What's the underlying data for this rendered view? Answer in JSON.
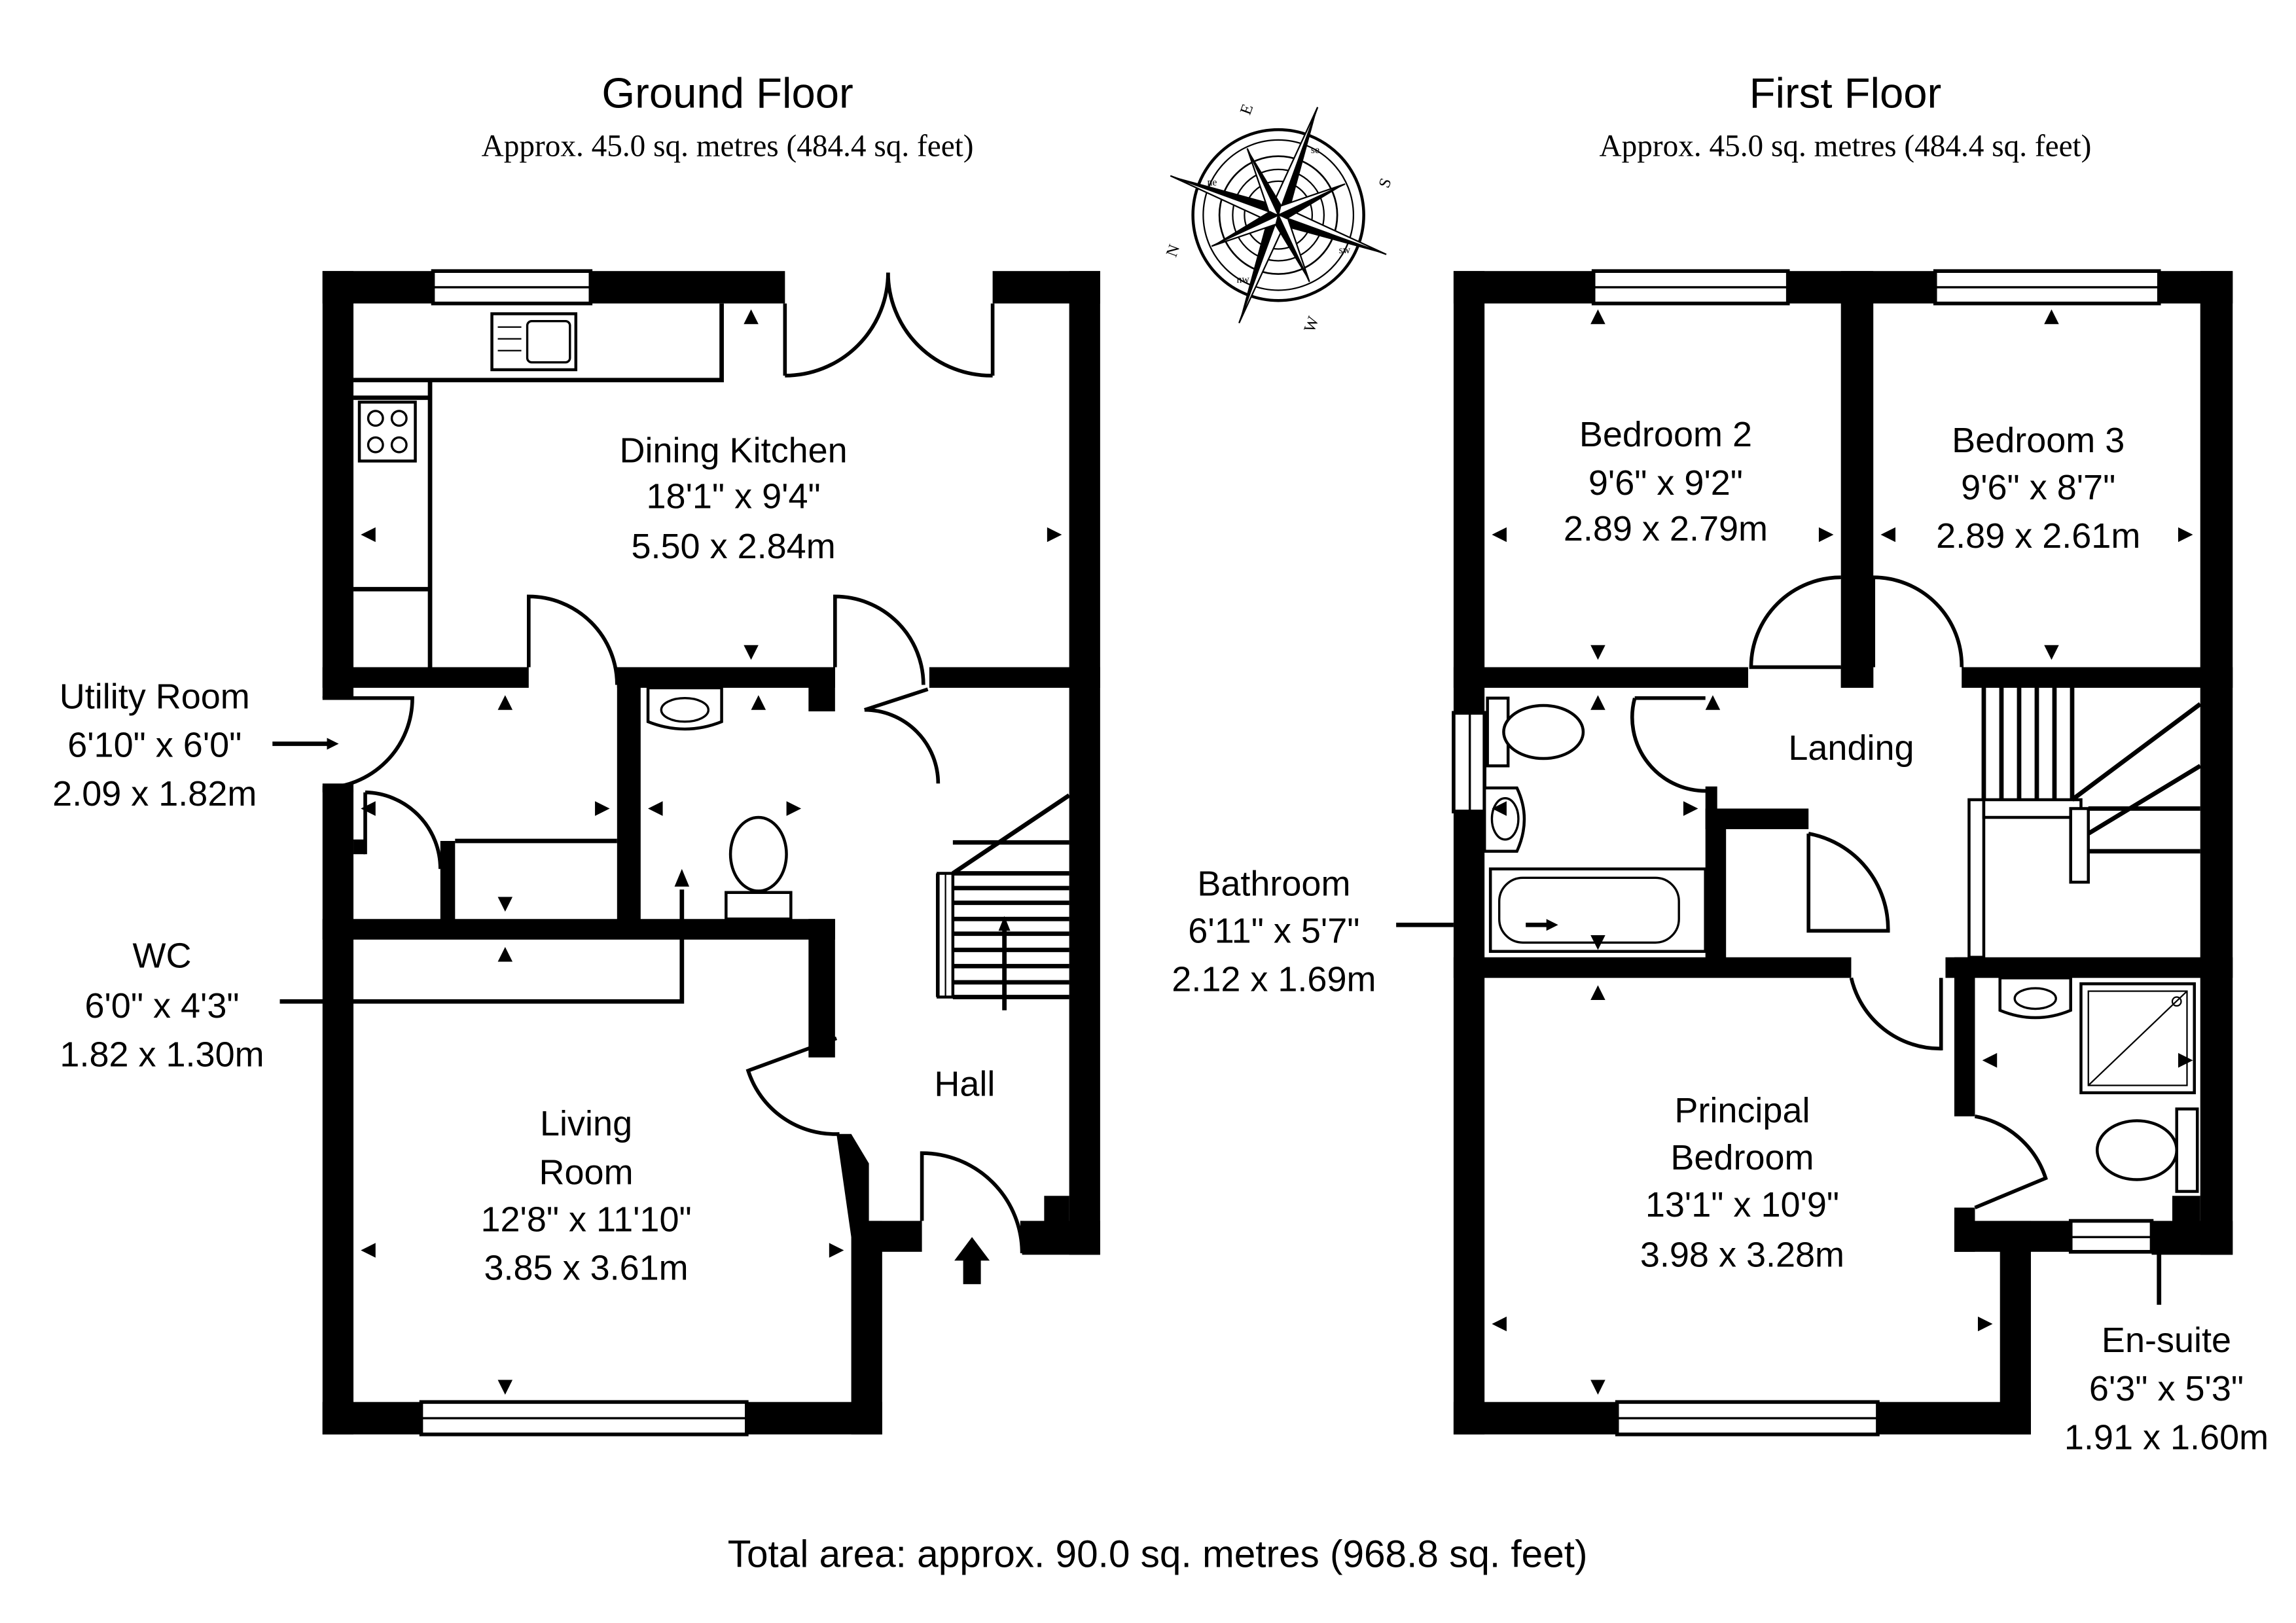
{
  "floors": {
    "ground": {
      "title": "Ground Floor",
      "area": "Approx. 45.0 sq. metres (484.4 sq. feet)"
    },
    "first": {
      "title": "First Floor",
      "area": "Approx. 45.0 sq. metres (484.4 sq. feet)"
    }
  },
  "rooms": {
    "dining_kitchen": {
      "name": "Dining Kitchen",
      "imperial": "18'1\" x 9'4\"",
      "metric": "5.50 x 2.84m"
    },
    "utility_room": {
      "name": "Utility Room",
      "imperial": "6'10\" x 6'0\"",
      "metric": "2.09 x 1.82m"
    },
    "wc": {
      "name": "WC",
      "imperial": "6'0\" x 4'3\"",
      "metric": "1.82 x 1.30m"
    },
    "living_room": {
      "name_line1": "Living",
      "name_line2": "Room",
      "imperial": "12'8\" x 11'10\"",
      "metric": "3.85 x 3.61m"
    },
    "hall": {
      "name": "Hall"
    },
    "bedroom_2": {
      "name": "Bedroom 2",
      "imperial": "9'6\" x 9'2\"",
      "metric": "2.89 x 2.79m"
    },
    "bedroom_3": {
      "name": "Bedroom 3",
      "imperial": "9'6\" x 8'7\"",
      "metric": "2.89 x 2.61m"
    },
    "landing": {
      "name": "Landing"
    },
    "bathroom": {
      "name": "Bathroom",
      "imperial": "6'11\" x 5'7\"",
      "metric": "2.12 x 1.69m"
    },
    "principal_bedroom": {
      "name_line1": "Principal",
      "name_line2": "Bedroom",
      "imperial": "13'1\" x 10'9\"",
      "metric": "3.98 x 3.28m"
    },
    "en_suite": {
      "name": "En-suite",
      "imperial": "6'3\" x 5'3\"",
      "metric": "1.91 x 1.60m"
    }
  },
  "compass": {
    "n": "N",
    "e": "E",
    "s": "S",
    "w": "W",
    "ne": "ne",
    "se": "se",
    "sw": "sw",
    "nw": "nw"
  },
  "total_area": "Total area: approx. 90.0 sq. metres (968.8 sq. feet)"
}
